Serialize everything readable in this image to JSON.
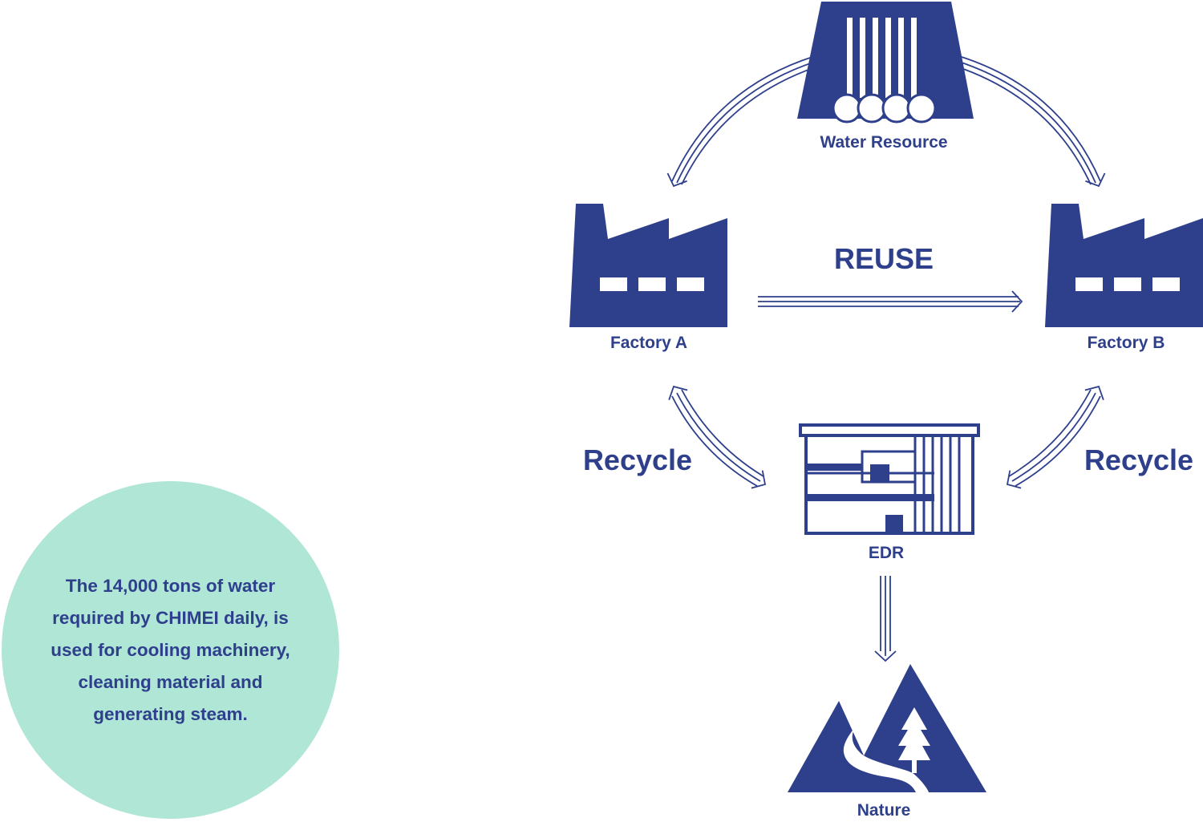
{
  "info_text": "The 14,000 tons of water required by CHIMEI daily, is used for cooling machinery, cleaning material and generating steam.",
  "nodes": {
    "water_resource": "Water Resource",
    "factory_a": "Factory A",
    "factory_b": "Factory B",
    "edr": "EDR",
    "nature": "Nature"
  },
  "flows": {
    "reuse": "REUSE",
    "recycle_left": "Recycle",
    "recycle_right": "Recycle"
  },
  "colors": {
    "primary": "#2e3f8c",
    "circle": "#b0e6d6",
    "background": "#ffffff"
  }
}
